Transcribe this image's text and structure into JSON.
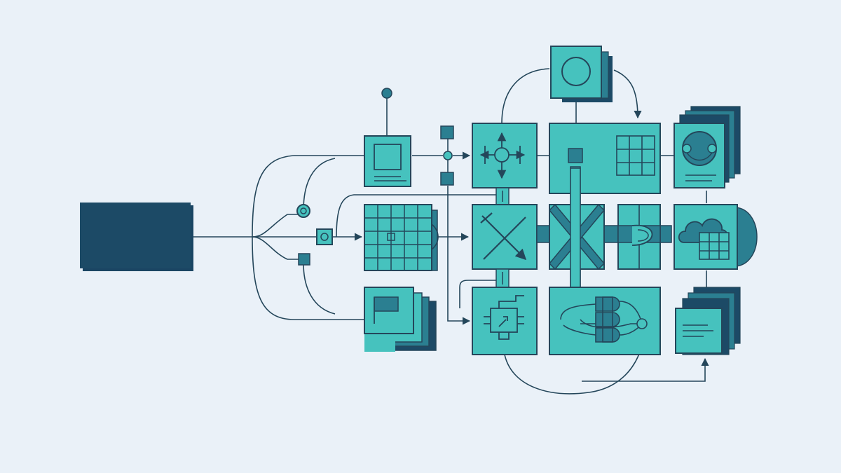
{
  "diagram": {
    "kind": "abstract-block-flow",
    "colors": {
      "background": "#eaf1f8",
      "navy": "#1c4a66",
      "teal": "#46c2be",
      "teal_dark": "#2b7f91",
      "line": "#24465a"
    },
    "icons": {
      "source": "solid-rectangle",
      "top_center": "circle",
      "grid": "grid-icon",
      "move": "four-arrow-move-icon",
      "cross": "x-cross-icon",
      "cloud": "cloud-icon",
      "document": "document-icon",
      "gates": "logic-gate-icon",
      "flag": "flag-icon",
      "circuit": "circuit-chip-icon",
      "node": "connector-node-icon"
    }
  }
}
